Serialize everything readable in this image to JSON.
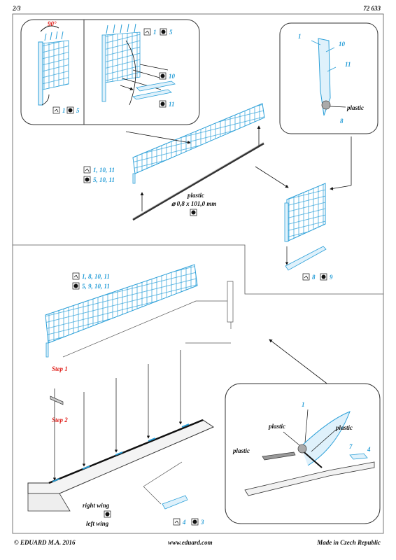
{
  "header": {
    "page": "2/3",
    "code": "72 633"
  },
  "footer": {
    "copyright": "© EDUARD  M.A. 2016",
    "website": "www.eduard.com",
    "origin": "Made in Czech Republic"
  },
  "detail_angle": {
    "angle": "90°",
    "bend_num": "1",
    "fold_num": "5"
  },
  "detail_slats": {
    "bend_num": "1",
    "fold_num": "5",
    "fold_10": "10",
    "fold_11": "11"
  },
  "detail_parts": {
    "n1": "1",
    "n10": "10",
    "n11": "11",
    "plastic": "plastic",
    "n8": "8"
  },
  "upper_assembly": {
    "bend_nums": "1, 10, 11",
    "fold_nums": "5, 10, 11"
  },
  "rod": {
    "label": "plastic",
    "dimension": "⌀ 0,8 x 101,0 mm"
  },
  "side_detail": {
    "bend_num": "8",
    "fold_num": "9"
  },
  "lower_assembly": {
    "bend_nums": "1, 8, 10, 11",
    "fold_nums": "5, 9, 10, 11"
  },
  "steps": {
    "step1": "Step 1",
    "step2": "Step 2"
  },
  "wing_labels": {
    "right": "right wing",
    "left": "left wing"
  },
  "strip": {
    "bend_num": "4",
    "fold_num": "3"
  },
  "cross_section": {
    "n1": "1",
    "plastic_a": "plastic",
    "plastic_b": "plastic",
    "plastic_c": "plastic",
    "n7": "7",
    "n4": "4"
  },
  "colors": {
    "blue": "#2a9fd8",
    "red": "#e0201b",
    "ink": "#111111"
  }
}
